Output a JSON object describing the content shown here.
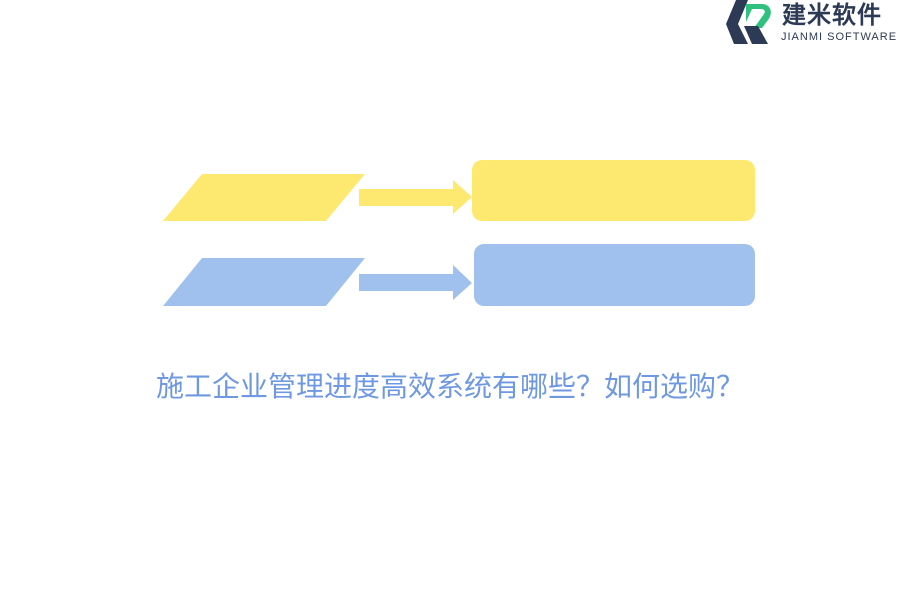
{
  "brand": {
    "name_cn": "建米软件",
    "name_en": "JIANMI SOFTWARE",
    "colors": {
      "dark": "#2d3a55",
      "green": "#2ec27e"
    }
  },
  "diagram": {
    "rows": [
      {
        "color": "#fde96f"
      },
      {
        "color": "#a0c1ee"
      }
    ]
  },
  "headline": "施工企业管理进度高效系统有哪些？如何选购？",
  "colors": {
    "headline": "#6f98e2",
    "background": "#ffffff"
  }
}
